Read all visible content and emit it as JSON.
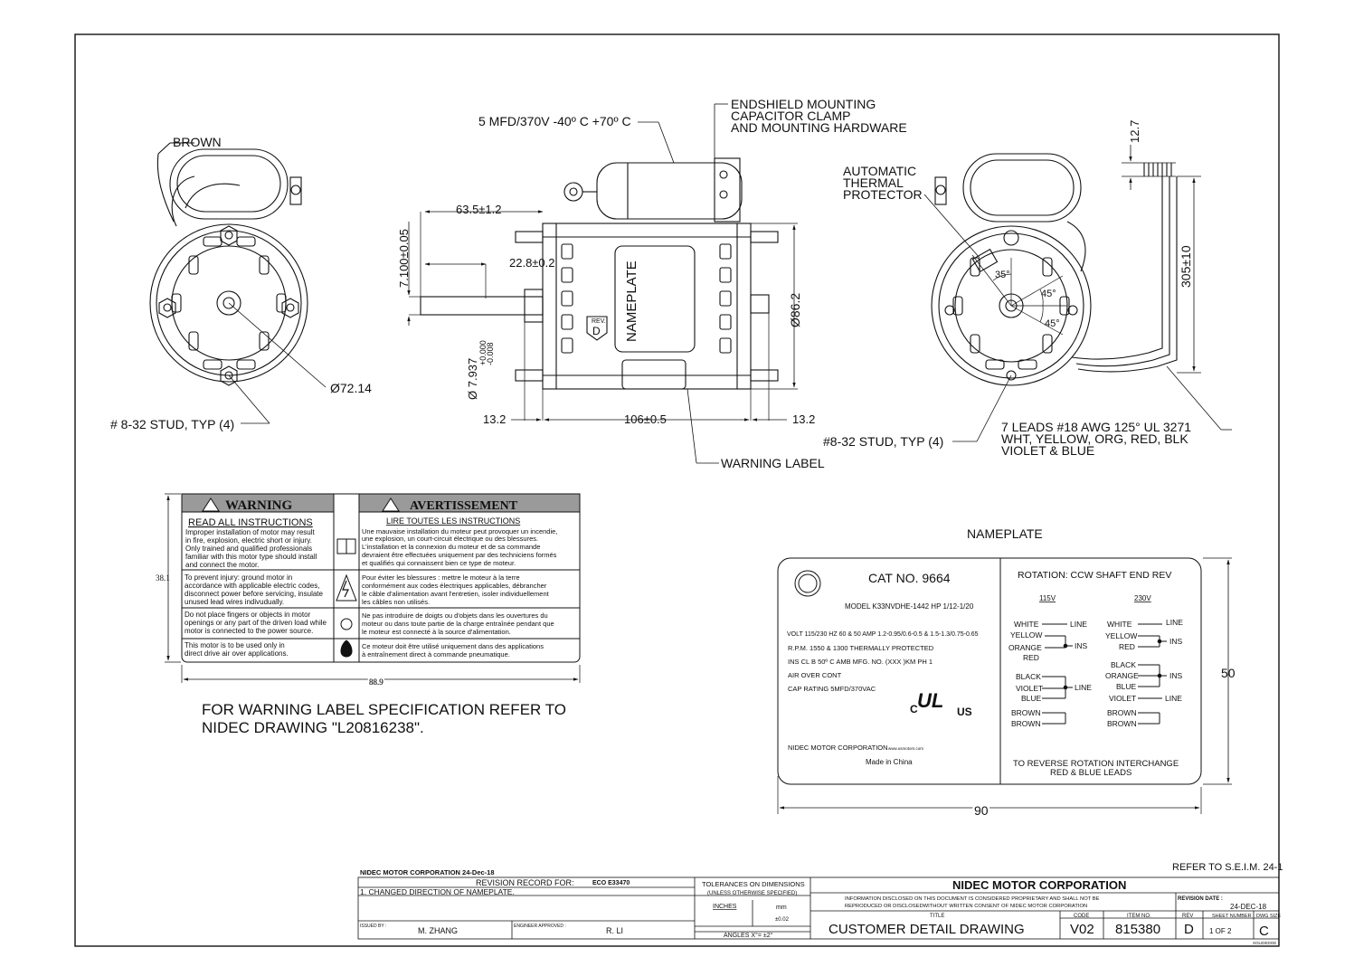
{
  "views": {
    "left": {
      "lead_label": "BROWN",
      "bolt_circle": "Ø72.14",
      "stud": "# 8-32 STUD, TYP (4)"
    },
    "side": {
      "capacitor": "5 MFD/370V -40º C +70º C",
      "endshield": [
        "ENDSHIELD MOUNTING",
        "CAPACITOR CLAMP",
        "AND MOUNTING HARDWARE"
      ],
      "dim_63": "63.5±1.2",
      "dim_22": "22.8±0.2",
      "dim_7100": "7.100±0.05",
      "nameplate_label": "NAMEPLATE",
      "rev_label": "REV.",
      "rev_value": "D",
      "shaft_dia": "Ø 7.937",
      "shaft_tol_top": "+0.000",
      "shaft_tol_bot": "-0.008",
      "body_dia": "Ø86.2",
      "dim_left": "13.2",
      "dim_length": "106±0.5",
      "dim_right": "13.2",
      "warning_label": "WARNING LABEL"
    },
    "right": {
      "dim_127": "12.7",
      "thermal": [
        "AUTOMATIC",
        "THERMAL",
        "PROTECTOR"
      ],
      "angle_35": "35°",
      "angle_45a": "45°",
      "angle_45b": "45°",
      "dim_305": "305±10",
      "stud": "#8-32 STUD, TYP (4)",
      "leads": [
        "7 LEADS #18 AWG 125° UL 3271",
        "WHT,  YELLOW, ORG,  RED, BLK",
        "VIOLET & BLUE"
      ]
    }
  },
  "warning_label": {
    "warning_title": "WARNING",
    "avert_title": "AVERTISSEMENT",
    "read_en": "READ ALL INSTRUCTIONS",
    "read_fr": "LIRE TOUTES LES INSTRUCTIONS",
    "en1": [
      "Improper installation of motor may result",
      "in fire, explosion, electric short or injury.",
      "Only trained and qualified professionals",
      "familiar with this motor type should install",
      "and connect the motor."
    ],
    "fr1": [
      "Une mauvaise installation du moteur peut provoquer un incendie,",
      "une explosion, un court-circuit électrique ou des blessures.",
      "L'installation et la connexion du moteur et de sa commande",
      "devraient être effectuées uniquement par des techniciens formés",
      "et qualifiés qui connaissent bien ce type de moteur."
    ],
    "en2": [
      "To prevent injury: ground motor in",
      "accordance with applicable electric codes,",
      "disconnect power before servicing, insulate",
      "unused lead wires indivudually."
    ],
    "fr2": [
      "Pour éviter les blessures : mettre le moteur à la terre",
      "conformément aux codes électriques applicables, débrancher",
      "le câble d'alimentation avant l'entretien, isoler individuellement",
      "les câbles non utilisés."
    ],
    "en3": [
      "Do not place fingers or objects in motor",
      "openings or any part of the driven load while",
      "motor is connected to the power source."
    ],
    "fr3": [
      "Ne pas introduire de doigts ou d'objets dans les ouvertures du",
      "moteur ou dans toute partie de la charge entraînée pendant que",
      "le moteur est connecté à la source d'alimentation."
    ],
    "en4": [
      "This motor is to be used only in",
      "direct drive air over applications."
    ],
    "fr4": [
      "Ce moteur doit être utilisé uniquement dans des applications",
      "à entraînement direct à commande pneumatique."
    ],
    "dim_height": "38.1",
    "dim_width": "88.9",
    "spec_note": [
      "FOR WARNING LABEL SPECIFICATION REFER TO",
      "NIDEC DRAWING \"L20816238\"."
    ]
  },
  "nameplate": {
    "heading": "NAMEPLATE",
    "cat_no": "CAT NO. 9664",
    "model_line": "MODEL  K33NVDHE-1442     HP  1/12-1/20",
    "volt_line": "VOLT  115/230   HZ 60 & 50   AMP  1.2-0.95/0.6-0.5 & 1.5-1.3/0.75-0.65",
    "rpm_line": "R.P.M.   1550 & 1300      THERMALLY PROTECTED",
    "ins_line": "INS  CL B 50º C AMB    MFG. NO.    (XXX )KM   PH   1",
    "air_line": "AIR OVER CONT",
    "cap_line": "CAP RATING 5MFD/370VAC",
    "ul_c": "C",
    "ul_mark": "UL",
    "ul_us": "US",
    "company_line": "NIDEC MOTOR CORPORATION",
    "web": "www.usmotors.com",
    "made_in": "Made in China",
    "rotation": "ROTATION: CCW SHAFT END REV",
    "v115": "115V",
    "v230": "230V",
    "w115": [
      "WHITE",
      "YELLOW",
      "ORANGE",
      "RED",
      "BLACK",
      "VIOLET",
      "BLUE",
      "BROWN",
      "BROWN"
    ],
    "w230": [
      "WHITE",
      "YELLOW",
      "RED",
      "BLACK",
      "ORANGE",
      "BLUE",
      "VIOLET",
      "BROWN",
      "BROWN"
    ],
    "line": "LINE",
    "ins": "INS",
    "reverse": [
      "TO REVERSE ROTATION INTERCHANGE",
      "RED & BLUE LEADS"
    ],
    "dim_h": "50",
    "dim_w": "90"
  },
  "title_block": {
    "refer": "REFER TO S.E.I.M. 24-1",
    "corp_date": "NIDEC MOTOR CORPORATION 24-Dec-18",
    "rev_record": "REVISION RECORD FOR:",
    "eco": "ECO E33470",
    "rev_item": "1. CHANGED DIRECTION OF NAMEPLATE.",
    "issued_by_label": "ISSUED BY :",
    "issued_by": "M. ZHANG",
    "eng_label": "ENGINEER APPROVED :",
    "eng": "R. LI",
    "tol_title": "TOLERANCES ON DIMENSIONS",
    "tol_sub": "(UNLESS OTHERWISE SPECIFIED)",
    "inches": "INCHES",
    "mm": "mm",
    "tol_mm": "±0.02",
    "angles": "ANGLES  X°=  ±2°",
    "company": "NIDEC MOTOR CORPORATION",
    "info": [
      "INFORMATION DISCLOSED ON THIS DOCUMENT IS CONSIDERED PROPRIETARY AND SHALL NOT BE",
      "REPRODUCED OR DISCLOSEDWITHOUT WRITTEN CONSENT OF NIDEC MOTOR CORPORATION"
    ],
    "rev_date_label": "REVISION DATE :",
    "rev_date": "24-DEC-18",
    "title_label": "TITLE",
    "title": "CUSTOMER  DETAIL  DRAWING",
    "code_label": "CODE",
    "code": "V02",
    "item_label": "ITEM NO.",
    "item": "815380",
    "rev_label": "REV",
    "rev": "D",
    "sheet_label": "SHEET NUMBER",
    "sheet": "1   OF   2",
    "dwg_label": "DWG SIZE",
    "dwg": "C",
    "solid": "SOLIDEDGE"
  }
}
